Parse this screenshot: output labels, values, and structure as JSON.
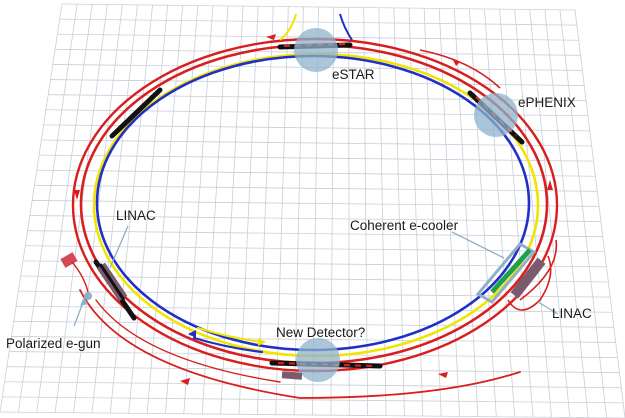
{
  "labels": {
    "estar": "eSTAR",
    "ephenix": "ePHENIX",
    "linac_left": "LINAC",
    "coherent_cooler": "Coherent e-cooler",
    "linac_right": "LINAC",
    "new_detector": "New Detector?",
    "polarized_gun": "Polarized e-gun"
  },
  "colors": {
    "background": "#ffffff",
    "grid": "#c9ced8",
    "hadron_ring": "#d81e1e",
    "electron_ring_blue": "#1f2fc8",
    "electron_ring_yellow": "#f2e400",
    "magnet_section": "#111111",
    "detector": "#8fb3cc",
    "cooler": "#8fb0c8",
    "cooler_active": "#1fa04a",
    "linac_module": "#7b5a6e"
  }
}
